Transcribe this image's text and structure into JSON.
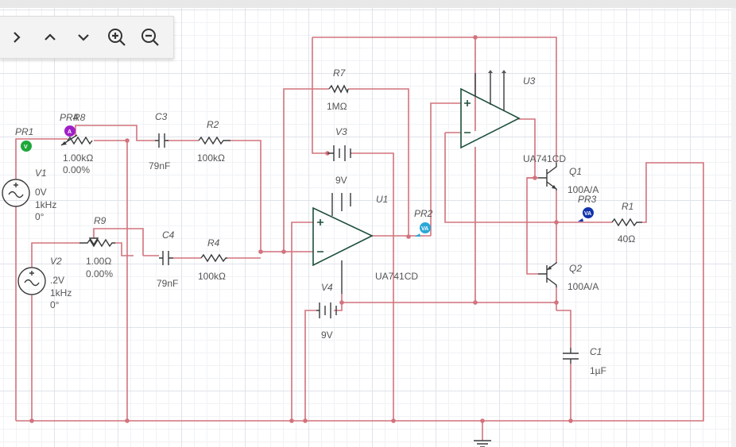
{
  "toolbar": {
    "buttons": [
      {
        "name": "next-icon",
        "glyph": "chevron-right"
      },
      {
        "name": "up-icon",
        "glyph": "chevron-up"
      },
      {
        "name": "down-icon",
        "glyph": "chevron-down"
      },
      {
        "name": "zoom-in-icon",
        "glyph": "magnifier-plus"
      },
      {
        "name": "zoom-out-icon",
        "glyph": "magnifier-minus"
      }
    ]
  },
  "colors": {
    "wire": "#d2737d",
    "opamp": "#1f4f3c",
    "probe_green": "#1fa83a",
    "probe_purple": "#a020c8",
    "probe_blue": "#1133aa",
    "probe_cyan": "#2aa8d8"
  },
  "components": {
    "pr1": {
      "ref": "PR1",
      "badge": "V"
    },
    "pr4": {
      "ref": "PR4",
      "badge": "A"
    },
    "r8": {
      "ref": "R8",
      "value": "1.00kΩ",
      "setting": "0.00%"
    },
    "c3": {
      "ref": "C3",
      "value": "79nF"
    },
    "r2": {
      "ref": "R2",
      "value": "100kΩ"
    },
    "v1": {
      "ref": "V1",
      "amp": "0V",
      "freq": "1kHz",
      "phase": "0°"
    },
    "r9": {
      "ref": "R9",
      "value": "1.00Ω",
      "setting": "0.00%"
    },
    "c4": {
      "ref": "C4",
      "value": "79nF"
    },
    "r4": {
      "ref": "R4",
      "value": "100kΩ"
    },
    "v2": {
      "ref": "V2",
      "amp": ".2V",
      "freq": "1kHz",
      "phase": "0°"
    },
    "r7": {
      "ref": "R7",
      "value": "1MΩ"
    },
    "v3": {
      "ref": "V3",
      "value": "9V"
    },
    "u1": {
      "ref": "U1",
      "model": "UA741CD"
    },
    "v4": {
      "ref": "V4",
      "value": "9V"
    },
    "pr2": {
      "ref": "PR2",
      "badge": "VA"
    },
    "u3": {
      "ref": "U3",
      "model": "UA741CD"
    },
    "q1": {
      "ref": "Q1",
      "model": "100A/A"
    },
    "pr3": {
      "ref": "PR3",
      "badge": "VA"
    },
    "r1": {
      "ref": "R1",
      "value": "40Ω"
    },
    "q2": {
      "ref": "Q2",
      "model": "100A/A"
    },
    "c1": {
      "ref": "C1",
      "value": "1µF"
    }
  }
}
